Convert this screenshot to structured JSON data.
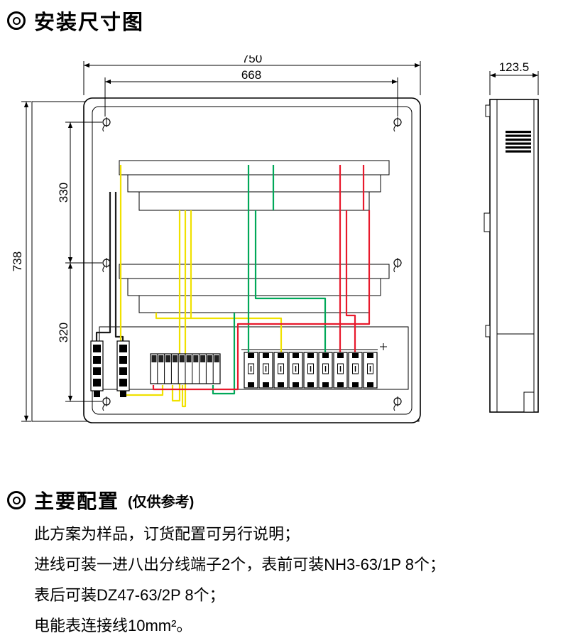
{
  "header": {
    "title": "安装尺寸图"
  },
  "drawing": {
    "dims": {
      "overall_width": "750",
      "mount_hole_width": "668",
      "overall_height": "738",
      "mount_span_upper": "330",
      "mount_span_lower": "320",
      "depth": "123.5"
    },
    "wire_colors": {
      "yellow": "#f0e100",
      "green": "#00a859",
      "red": "#e8192c",
      "black": "#1c1c1c"
    }
  },
  "config": {
    "title": "主要配置",
    "note": "(仅供参考)",
    "lines": [
      "此方案为样品，订货配置可另行说明；",
      "进线可装一进八出分线端子2个，表前可装NH3-63/1P 8个；",
      "表后可装DZ47-63/2P 8个；",
      "电能表连接线10mm²。"
    ]
  }
}
